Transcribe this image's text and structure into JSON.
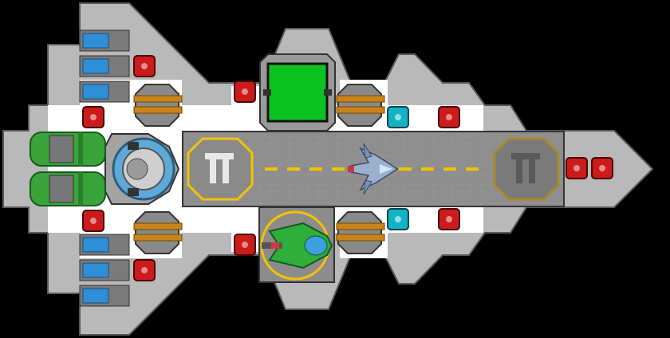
{
  "ship": {
    "hull_color": "#b9b9b9",
    "deck_color": "#ffffff",
    "outline_color": "#5a5a5a",
    "background_color": "#000000"
  },
  "runway": {
    "surface_color": "#8c8c8c",
    "stripe_color": "#f2c300",
    "pads": [
      {
        "id": "left-pad",
        "state": "active",
        "ring_color": "#f2c300"
      },
      {
        "id": "right-pad",
        "state": "dimmed",
        "ring_color": "#a88a2a"
      }
    ]
  },
  "docked_craft": {
    "icon": "fighter-icon",
    "color": "#9ab0cc"
  },
  "hangar_bays": [
    {
      "id": "top-hangar",
      "icon": "hangar-door-icon",
      "screen_color": "#0bc320"
    },
    {
      "id": "bottom-hangar",
      "icon": "green-fighter-icon",
      "craft_color": "#2fae3a",
      "ring_color": "#f2c300"
    }
  ],
  "engines": {
    "icon": "engine-cylinder-icon",
    "color": "#3aa33a",
    "count": 2
  },
  "thrusters": {
    "icon": "thruster-icon",
    "glow_color": "#2e8fd6",
    "count": 6
  },
  "reactor": {
    "icon": "reactor-dome-icon",
    "glow_color": "#5fa9d8"
  },
  "turrets": {
    "icon": "cannon-turret-icon",
    "color": "#c9841a",
    "count": 4
  },
  "system_nodes": {
    "red": {
      "icon": "red-system-node-icon",
      "color": "#cc1b1b",
      "count": 10
    },
    "cyan": {
      "icon": "cyan-system-node-icon",
      "color": "#12b3c4",
      "count": 2
    }
  }
}
